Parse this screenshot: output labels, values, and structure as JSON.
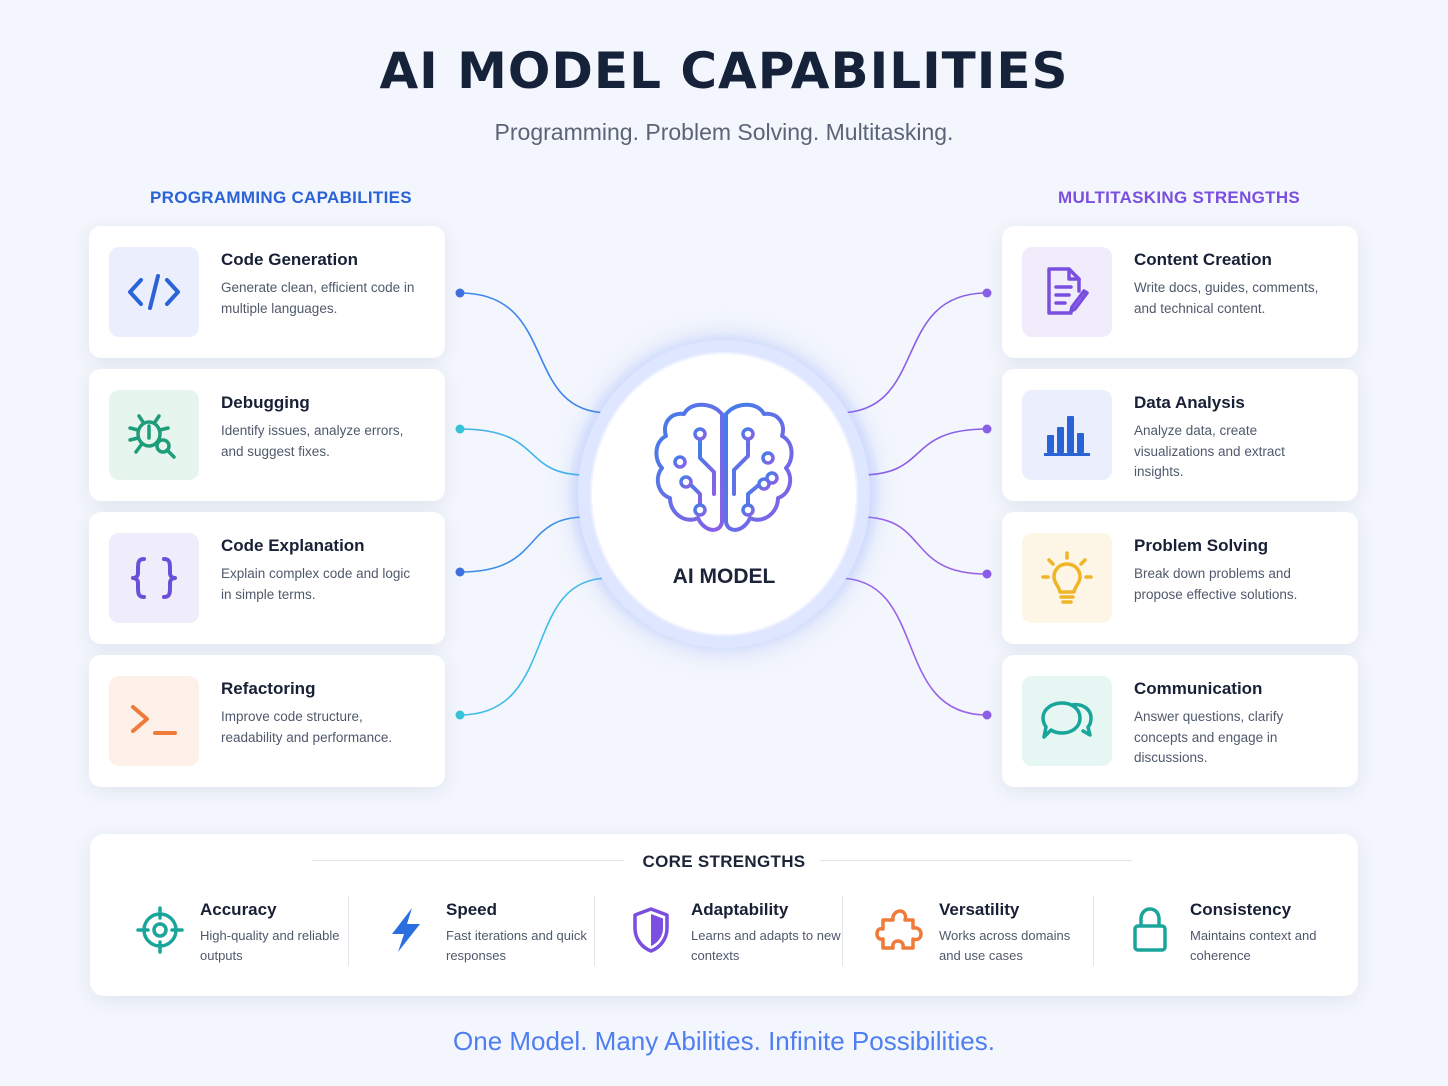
{
  "header": {
    "title": "AI MODEL CAPABILITIES",
    "subtitle": "Programming. Problem Solving. Multitasking."
  },
  "left_column": {
    "heading": "PROGRAMMING CAPABILITIES",
    "cards": [
      {
        "title": "Code Generation",
        "description": "Generate clean, efficient code in multiple languages.",
        "icon": "code-tag-icon",
        "accent": "#2a63d6",
        "tint": "#eaeefd"
      },
      {
        "title": "Debugging",
        "description": "Identify issues, analyze errors, and suggest fixes.",
        "icon": "bug-icon",
        "accent": "#1f9d7a",
        "tint": "#e6f5ee"
      },
      {
        "title": "Code Explanation",
        "description": "Explain complex code and logic in simple terms.",
        "icon": "curly-braces-icon",
        "accent": "#6a4fd8",
        "tint": "#efecfb"
      },
      {
        "title": "Refactoring",
        "description": "Improve code structure, readability and performance.",
        "icon": "terminal-icon",
        "accent": "#f07a3a",
        "tint": "#fdf0e8"
      }
    ]
  },
  "right_column": {
    "heading": "MULTITASKING STRENGTHS",
    "cards": [
      {
        "title": "Content Creation",
        "description": "Write docs, guides, comments, and technical content.",
        "icon": "document-edit-icon",
        "accent": "#7a4fe0",
        "tint": "#f1ecfc"
      },
      {
        "title": "Data Analysis",
        "description": "Analyze data, create visualizations and extract insights.",
        "icon": "bar-chart-icon",
        "accent": "#2a63d6",
        "tint": "#eaeefd"
      },
      {
        "title": "Problem Solving",
        "description": "Break down problems and propose effective solutions.",
        "icon": "lightbulb-icon",
        "accent": "#f0b429",
        "tint": "#fdf6e6"
      },
      {
        "title": "Communication",
        "description": "Answer questions, clarify concepts and engage in discussions.",
        "icon": "chat-bubbles-icon",
        "accent": "#1aa59a",
        "tint": "#e5f6f3"
      }
    ]
  },
  "hub": {
    "label": "AI MODEL",
    "icon": "brain-circuit-icon"
  },
  "core_strengths": {
    "heading": "CORE STRENGTHS",
    "items": [
      {
        "title": "Accuracy",
        "description": "High-quality and reliable outputs",
        "icon": "target-icon",
        "accent": "#1aa59a"
      },
      {
        "title": "Speed",
        "description": "Fast iterations and quick responses",
        "icon": "lightning-icon",
        "accent": "#2a6fe0"
      },
      {
        "title": "Adaptability",
        "description": "Learns and adapts to new contexts",
        "icon": "shield-icon",
        "accent": "#7a4fe0"
      },
      {
        "title": "Versatility",
        "description": "Works across domains and use cases",
        "icon": "puzzle-icon",
        "accent": "#f07a3a"
      },
      {
        "title": "Consistency",
        "description": "Maintains context and coherence",
        "icon": "lock-icon",
        "accent": "#1aa59a"
      }
    ]
  },
  "tagline": "One Model. Many Abilities. Infinite Possibilities."
}
